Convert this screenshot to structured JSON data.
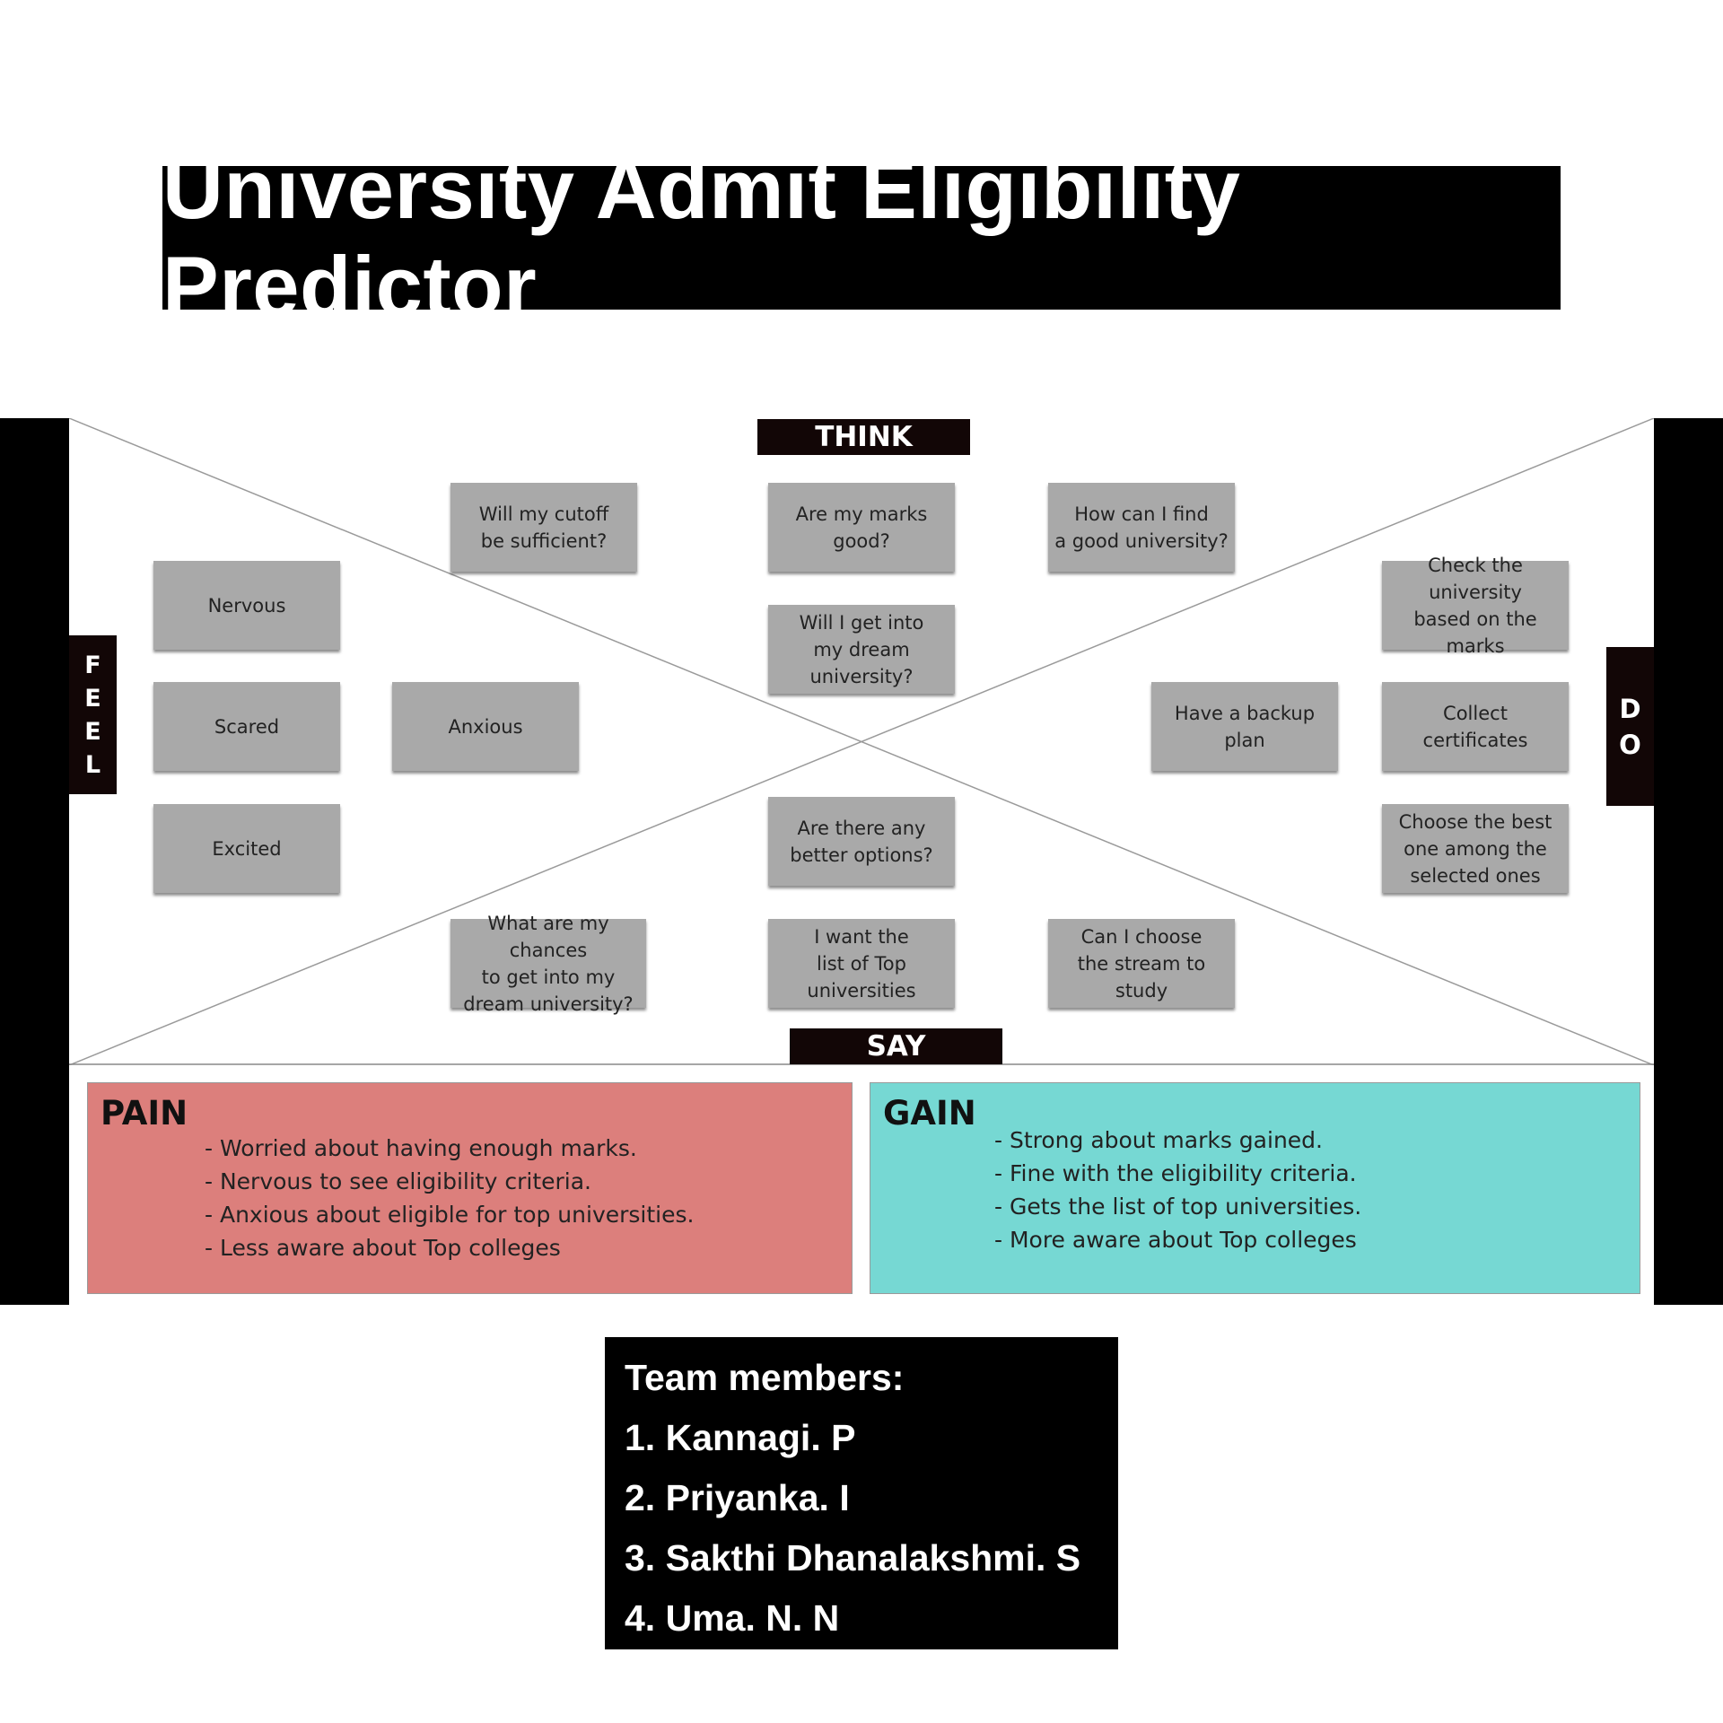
{
  "title": "University Admit Eligibility Predictor",
  "labels": {
    "think": "THINK",
    "say": "SAY",
    "feel": [
      "F",
      "E",
      "E",
      "L"
    ],
    "do": [
      "D",
      "O"
    ]
  },
  "feel": [
    "Nervous",
    "Scared",
    "Excited",
    "Anxious"
  ],
  "think": [
    "Will my cutoff\nbe sufficient?",
    "Are my marks\ngood?",
    "How can I find\na good university?",
    "Will I get into\nmy dream\nuniversity?"
  ],
  "say": [
    "Are there any\nbetter options?",
    "What are my chances\nto get into my\ndream university?",
    "I want the\nlist of Top\nuniversities",
    "Can I choose\nthe stream to\nstudy"
  ],
  "do": [
    "Check the university\nbased on the marks",
    "Collect\ncertificates",
    "Choose the best\none among the\nselected ones",
    "Have a backup\nplan"
  ],
  "pain": {
    "title": "PAIN",
    "items": [
      "- Worried about having enough marks.",
      "- Nervous to see eligibility criteria.",
      "- Anxious about eligible for top universities.",
      "- Less aware about Top colleges"
    ]
  },
  "gain": {
    "title": "GAIN",
    "items": [
      "- Strong about marks gained.",
      "- Fine with the eligibility criteria.",
      "- Gets the list of top universities.",
      "- More aware about Top colleges"
    ]
  },
  "team": {
    "heading": "Team members:",
    "members": [
      "1. Kannagi. P",
      "2. Priyanka. I",
      "3. Sakthi Dhanalakshmi. S",
      "4. Uma. N. N"
    ]
  },
  "colors": {
    "pain": "#dc7f7c",
    "gain": "#76d8d3",
    "note": "#a9a9a9",
    "label_bg": "#120606"
  }
}
